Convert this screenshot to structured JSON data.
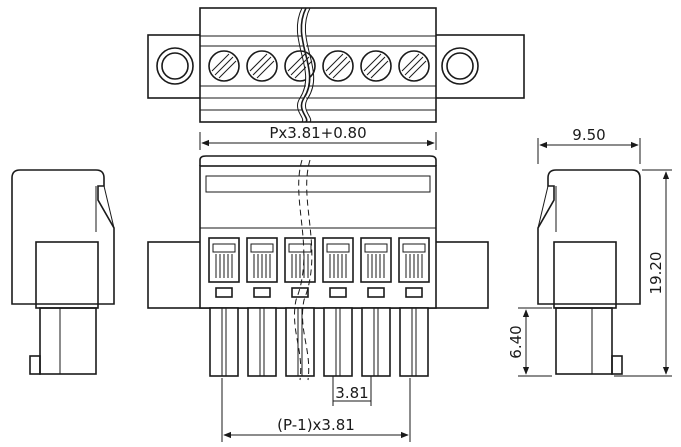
{
  "drawing": {
    "dimensions": {
      "overall_width": "Px3.81+0.80",
      "pitch": "3.81",
      "pin_span": "(P-1)x3.81",
      "depth": "9.50",
      "height": "19.20",
      "pin_length": "6.40"
    },
    "screw_count": 6,
    "terminal_count": 6,
    "colors": {
      "line": "#1a1a1a",
      "background": "#ffffff"
    }
  }
}
